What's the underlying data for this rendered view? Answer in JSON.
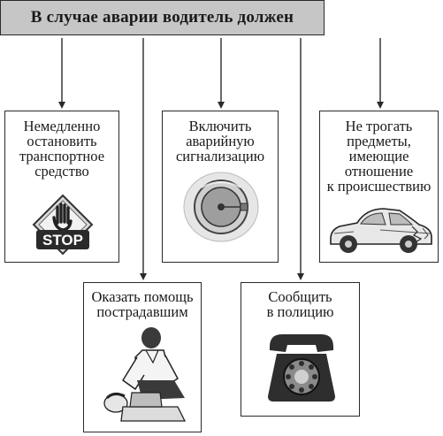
{
  "header": {
    "title": "В случае аварии водитель должен"
  },
  "actions": [
    {
      "label": "Немедленно\nостановить\nтранспортное\nсредство",
      "icon": "stop-sign-icon",
      "sign_text": "STOP"
    },
    {
      "label": "Включить\nаварийную\nсигнализацию",
      "icon": "hazard-light-icon"
    },
    {
      "label": "Не трогать\nпредметы,\nимеющие\nотношение\nк происшествию",
      "icon": "crashed-car-icon"
    },
    {
      "label": "Оказать помощь\nпострадавшим",
      "icon": "first-aid-icon"
    },
    {
      "label": "Сообщить\nв полицию",
      "icon": "telephone-icon"
    }
  ]
}
